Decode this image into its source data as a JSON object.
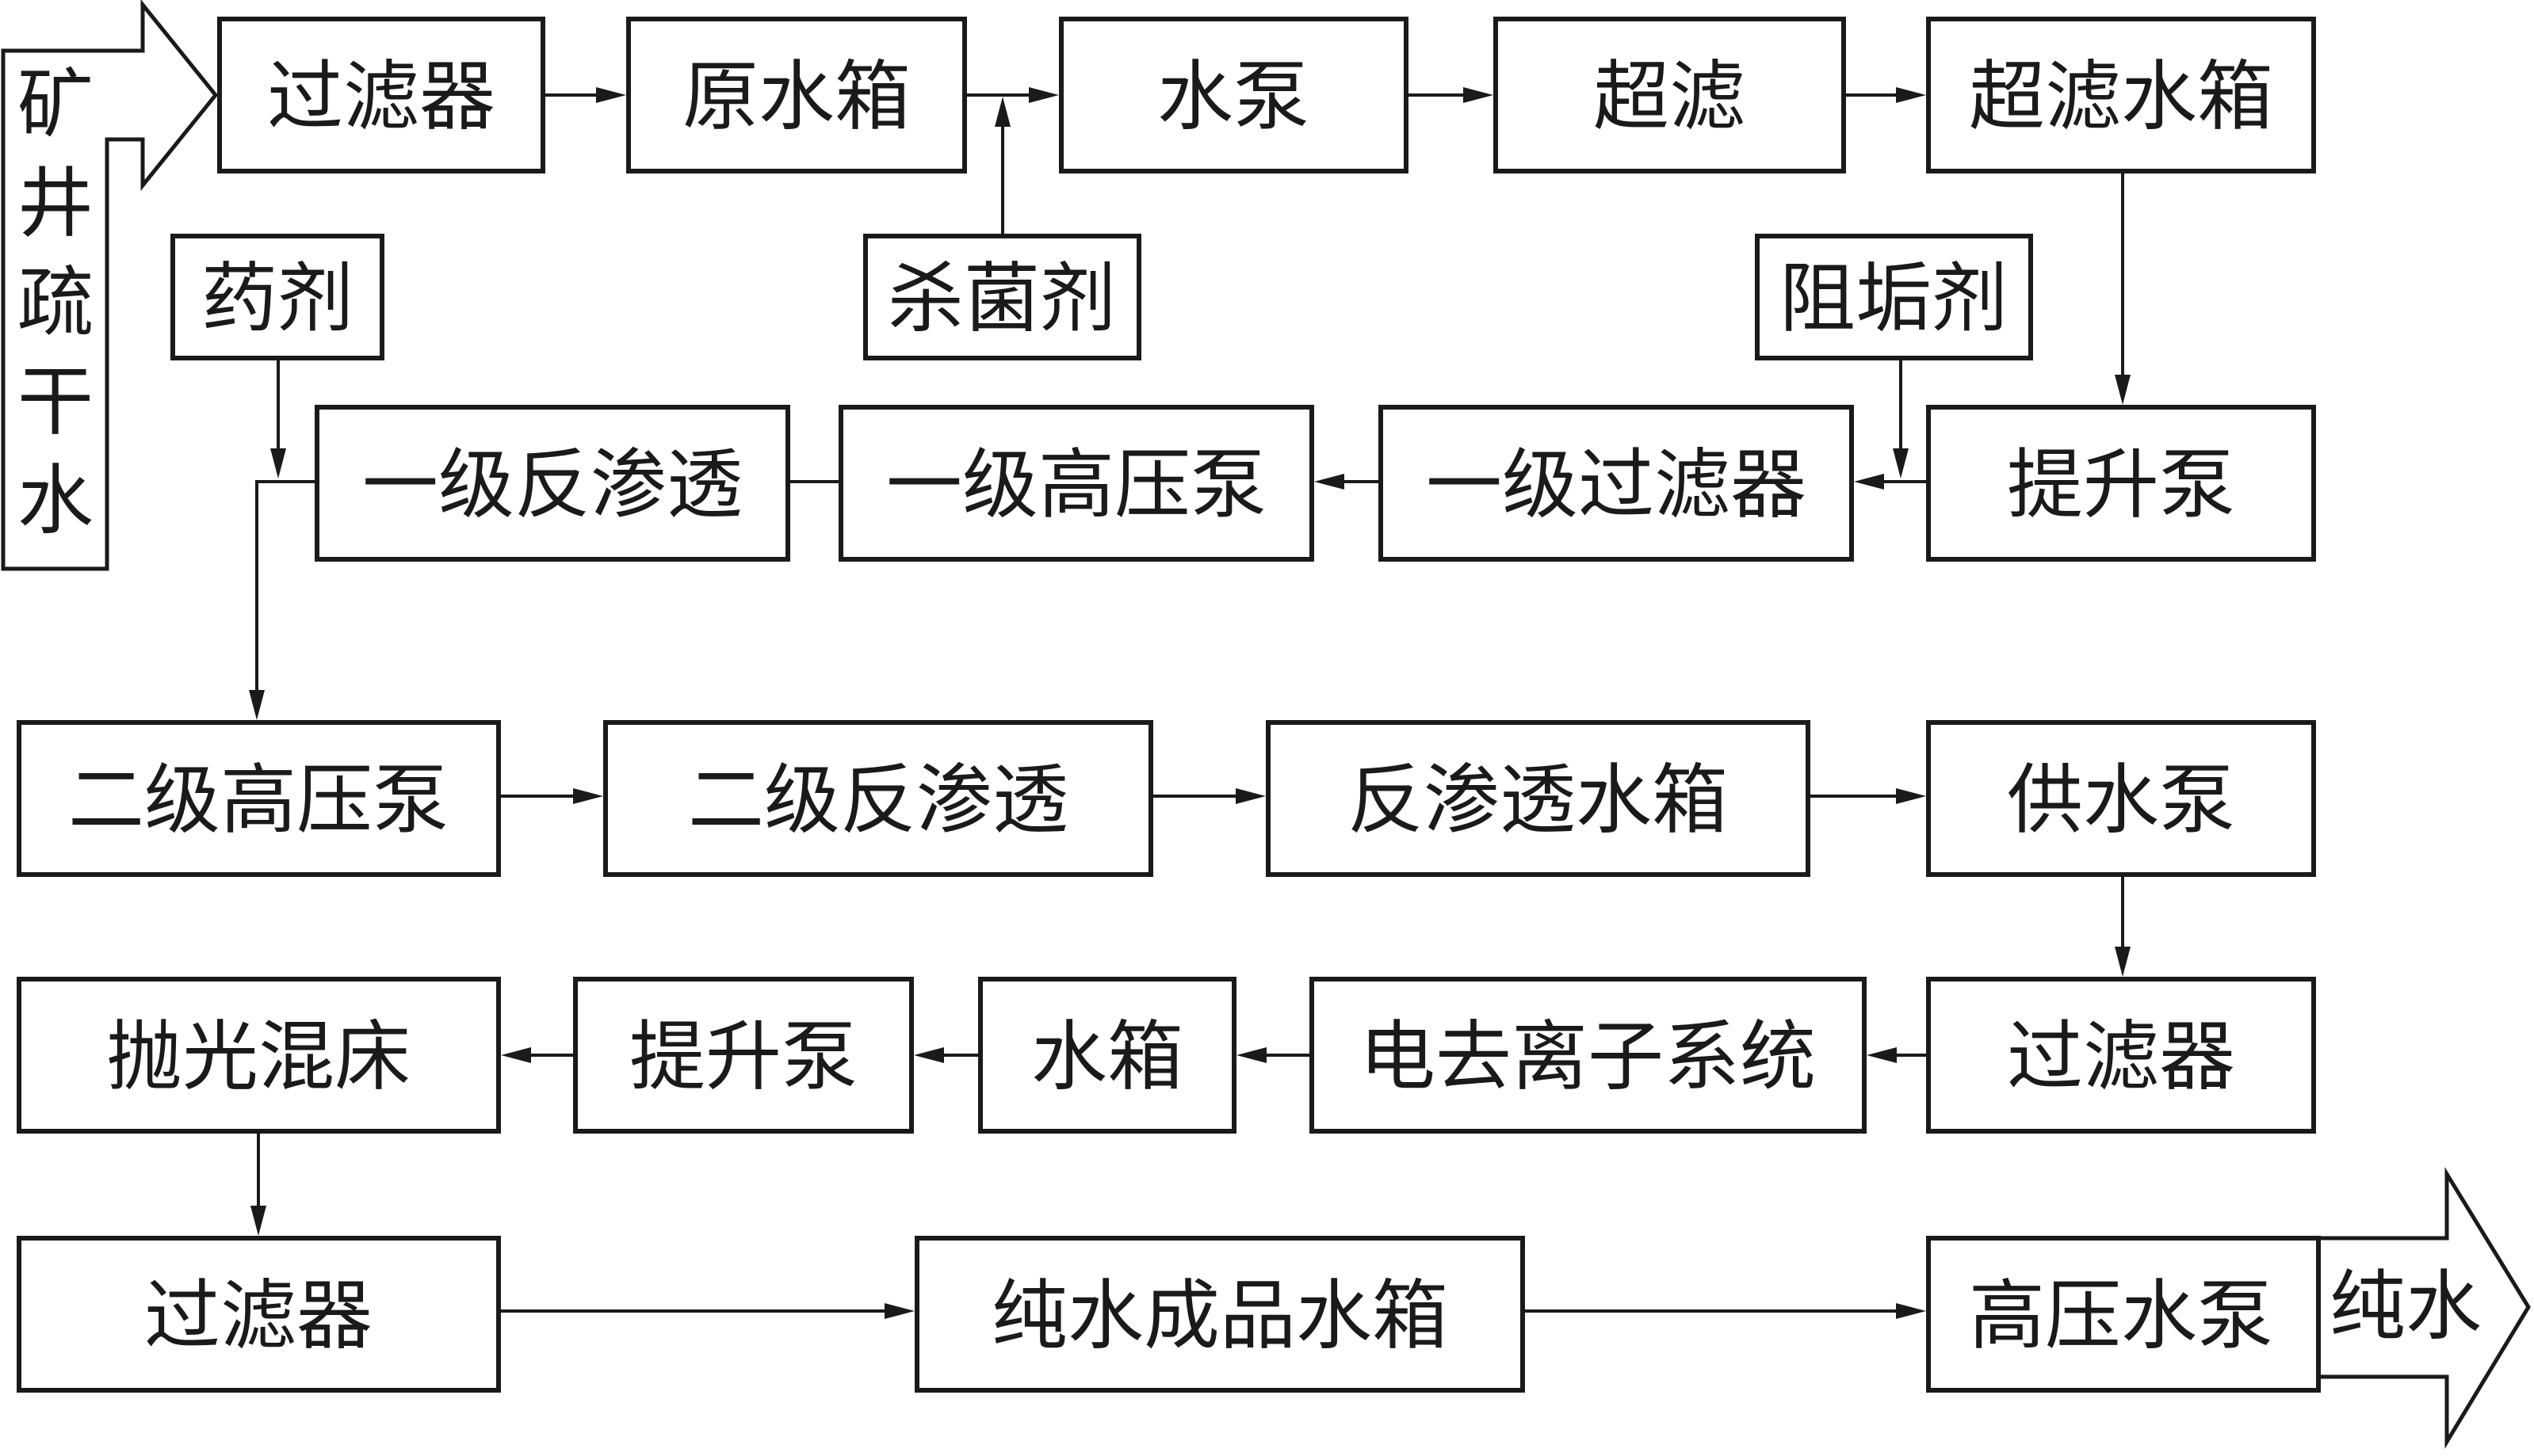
{
  "input_label": "矿井疏干水",
  "output_label": "纯水",
  "nodes": {
    "filter_top": "过滤器",
    "raw_tank": "原水箱",
    "water_pump": "水泵",
    "uf": "超滤",
    "uf_tank": "超滤水箱",
    "bactericide": "杀菌剂",
    "chemical": "药剂",
    "antiscalant": "阻垢剂",
    "ro1": "一级反渗透",
    "hp_pump1": "一级高压泵",
    "filter1": "一级过滤器",
    "lift_pump1": "提升泵",
    "hp_pump2": "二级高压泵",
    "ro2": "二级反渗透",
    "ro_tank": "反渗透水箱",
    "supply_pump": "供水泵",
    "polish_bed": "抛光混床",
    "lift_pump2": "提升泵",
    "tank": "水箱",
    "edi": "电去离子系统",
    "filter_mid": "过滤器",
    "filter_bottom": "过滤器",
    "pure_tank": "纯水成品水箱",
    "hp_water_pump": "高压水泵"
  }
}
